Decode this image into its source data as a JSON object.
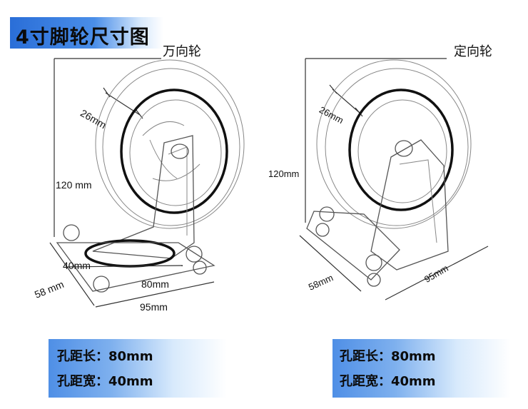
{
  "title": "4寸脚轮尺寸图",
  "left_wheel": {
    "type_label": "万向轮",
    "dim_tread": "26mm",
    "dim_height": "120 mm",
    "dim_hole_width": "40mm",
    "dim_plate_width": "58 mm",
    "dim_hole_length": "80mm",
    "dim_plate_length": "95mm"
  },
  "right_wheel": {
    "type_label": "定向轮",
    "dim_tread": "26mm",
    "dim_height": "120mm",
    "dim_plate_width": "58mm",
    "dim_plate_length": "95mm"
  },
  "left_info": {
    "line1": "孔距长：80mm",
    "line2": "孔距宽：40mm"
  },
  "right_info": {
    "line1": "孔距长：80mm",
    "line2": "孔距宽：40mm"
  }
}
